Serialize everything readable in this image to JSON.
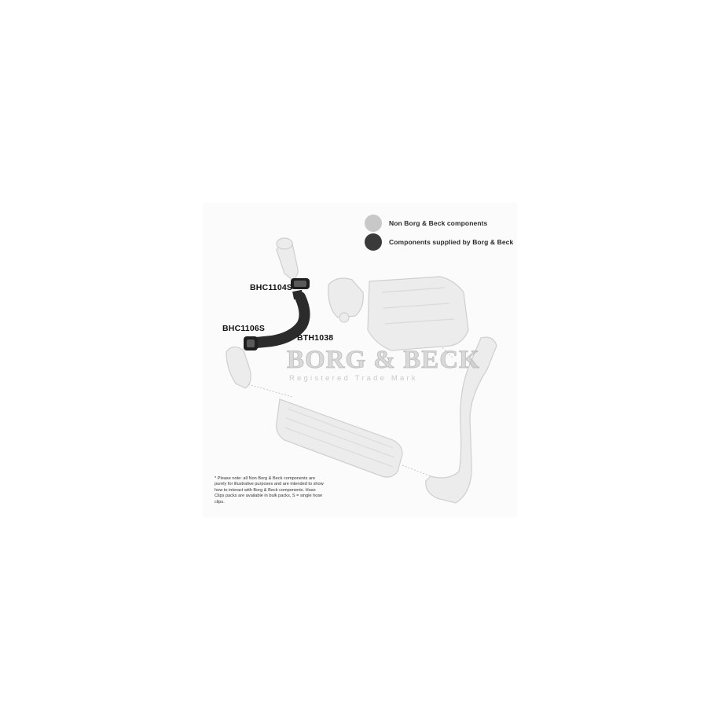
{
  "legend": {
    "non_bb": {
      "label": "Non Borg & Beck components",
      "color": "#c8c8c8"
    },
    "bb": {
      "label": "Components supplied by Borg & Beck",
      "color": "#3a3a3a"
    }
  },
  "parts": {
    "clip_upper": "BHC1104S",
    "clip_lower": "BHC1106S",
    "hose": "BTH1038"
  },
  "watermark": {
    "brand": "BORG & BECK",
    "tagline": "Registered Trade Mark"
  },
  "note": "* Please note: all Non Borg & Beck components are purely for illustrative purposes and are intended to show how to interact with Borg & Beck components. Hose Clips packs are available in bulk packs, S = single hose clips.",
  "colors": {
    "ghost_fill": "#ececec",
    "ghost_stroke": "#cfcfcf",
    "bb_dark": "#2b2b2b"
  }
}
